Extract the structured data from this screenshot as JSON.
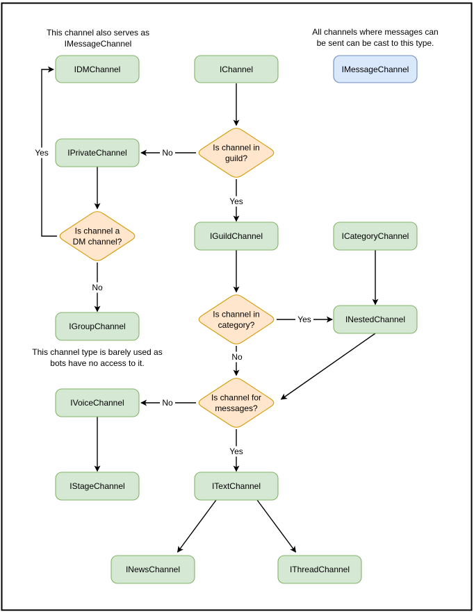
{
  "canvas": {
    "background": "#ffffff",
    "border_color": "#000000"
  },
  "colors": {
    "node_fill": "#d5e8d4",
    "node_stroke": "#82b366",
    "decision_fill": "#ffe6cc",
    "decision_stroke": "#d79b00",
    "highlight_fill": "#dae8fc",
    "highlight_stroke": "#6c8ebf",
    "edge": "#000000",
    "text": "#000000"
  },
  "notes": {
    "dm_note": {
      "line1": "This channel also serves as",
      "line2": "IMessageChannel"
    },
    "message_note": {
      "line1": "All channels where messages can",
      "line2": "be sent can be cast to this type."
    },
    "group_note": {
      "line1": "This channel type is barely used as",
      "line2": "bots have no access to it."
    }
  },
  "nodes": {
    "idm": {
      "label": "IDMChannel"
    },
    "ichannel": {
      "label": "IChannel"
    },
    "imessage": {
      "label": "IMessageChannel"
    },
    "iprivate": {
      "label": "IPrivateChannel"
    },
    "iguild": {
      "label": "IGuildChannel"
    },
    "icategory": {
      "label": "ICategoryChannel"
    },
    "inested": {
      "label": "INestedChannel"
    },
    "igroup": {
      "label": "IGroupChannel"
    },
    "ivoice": {
      "label": "IVoiceChannel"
    },
    "istage": {
      "label": "IStageChannel"
    },
    "itext": {
      "label": "ITextChannel"
    },
    "inews": {
      "label": "INewsChannel"
    },
    "ithread": {
      "label": "IThreadChannel"
    }
  },
  "decisions": {
    "in_guild": {
      "line1": "Is channel in",
      "line2": "guild?"
    },
    "is_dm": {
      "line1": "Is channel a",
      "line2": "DM channel?"
    },
    "in_category": {
      "line1": "Is channel in",
      "line2": "category?"
    },
    "for_messages": {
      "line1": "Is channel for",
      "line2": "messages?"
    }
  },
  "edges": [
    {
      "from": "IChannel",
      "to": "Is channel in guild?",
      "label": ""
    },
    {
      "from": "Is channel in guild?",
      "to": "IPrivateChannel",
      "label": "No"
    },
    {
      "from": "Is channel in guild?",
      "to": "IGuildChannel",
      "label": "Yes"
    },
    {
      "from": "IPrivateChannel",
      "to": "Is channel a DM channel?",
      "label": ""
    },
    {
      "from": "Is channel a DM channel?",
      "to": "IDMChannel",
      "label": "Yes"
    },
    {
      "from": "Is channel a DM channel?",
      "to": "IGroupChannel",
      "label": "No"
    },
    {
      "from": "IGuildChannel",
      "to": "Is channel in category?",
      "label": ""
    },
    {
      "from": "ICategoryChannel",
      "to": "INestedChannel",
      "label": ""
    },
    {
      "from": "Is channel in category?",
      "to": "INestedChannel",
      "label": "Yes"
    },
    {
      "from": "Is channel in category?",
      "to": "Is channel for messages?",
      "label": "No"
    },
    {
      "from": "INestedChannel",
      "to": "Is channel for messages?",
      "label": ""
    },
    {
      "from": "Is channel for messages?",
      "to": "IVoiceChannel",
      "label": "No"
    },
    {
      "from": "Is channel for messages?",
      "to": "ITextChannel",
      "label": "Yes"
    },
    {
      "from": "IVoiceChannel",
      "to": "IStageChannel",
      "label": ""
    },
    {
      "from": "ITextChannel",
      "to": "INewsChannel",
      "label": ""
    },
    {
      "from": "ITextChannel",
      "to": "IThreadChannel",
      "label": ""
    }
  ]
}
